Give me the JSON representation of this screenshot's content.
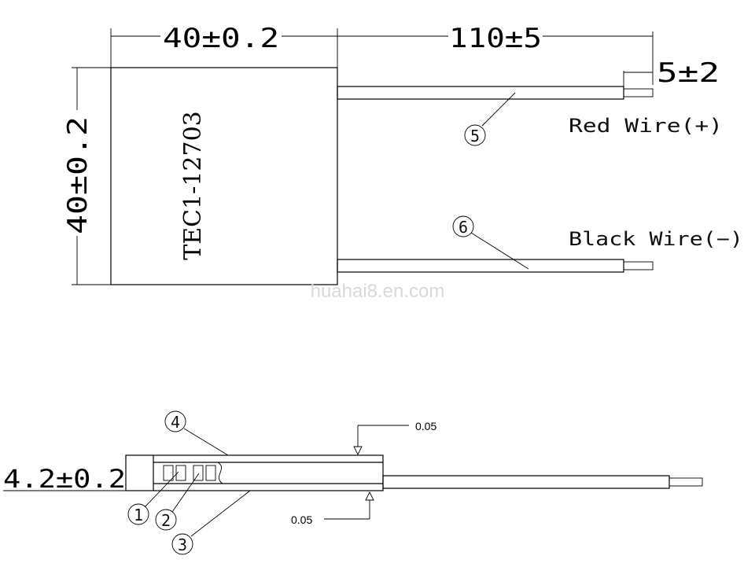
{
  "top_view": {
    "module_label": "TEC1-12703",
    "width_dim": "40±0.2",
    "height_dim": "40±0.2",
    "lead_length_dim": "110±5",
    "strip_length_dim": "5±2",
    "red_wire_label": "Red Wire(+)",
    "black_wire_label": "Black Wire(−)",
    "callout_5": "5",
    "callout_6": "6"
  },
  "side_view": {
    "thickness_dim": "4.2±0.2",
    "flatness_top": "0.05",
    "flatness_bottom": "0.05",
    "callout_1": "1",
    "callout_2": "2",
    "callout_3": "3",
    "callout_4": "4"
  },
  "watermark": "huahai8.en.com"
}
